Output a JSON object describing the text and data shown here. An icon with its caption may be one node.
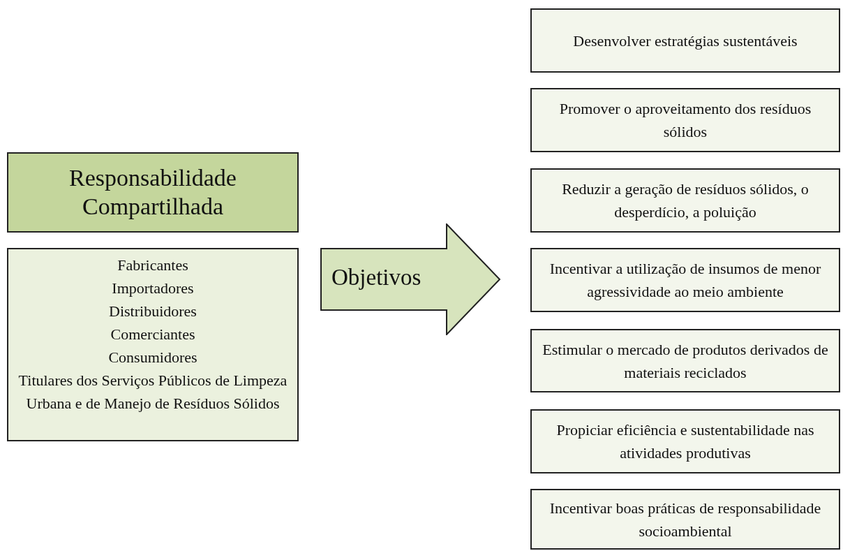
{
  "diagram": {
    "nodes": [
      {
        "text": [
          "Responsabilidade Compartilhada"
        ]
      },
      {
        "text": [
          "Fabricantes",
          "Importadores",
          "Distribuidores",
          "Comerciantes",
          "Consumidores",
          "Titulares dos Serviços Públicos de Limpeza Urbana e de Manejo de Resíduos Sólidos"
        ]
      },
      {
        "text": [
          "Objetivos"
        ]
      },
      {
        "text": [
          "Desenvolver estratégias sustentáveis"
        ]
      },
      {
        "text": [
          "Promover o aproveitamento dos resíduos sólidos"
        ]
      },
      {
        "text": [
          "Reduzir a geração de resíduos sólidos, o desperdício, a poluição"
        ]
      },
      {
        "text": [
          "Incentivar a utilização de insumos de menor agressividade ao meio ambiente"
        ]
      },
      {
        "text": [
          "Estimular o mercado de produtos derivados de materiais reciclados"
        ]
      },
      {
        "text": [
          "Propiciar eficiência e sustentabilidade nas atividades produtivas"
        ]
      },
      {
        "text": [
          "Incentivar boas práticas de responsabilidade socioambiental"
        ]
      }
    ]
  }
}
